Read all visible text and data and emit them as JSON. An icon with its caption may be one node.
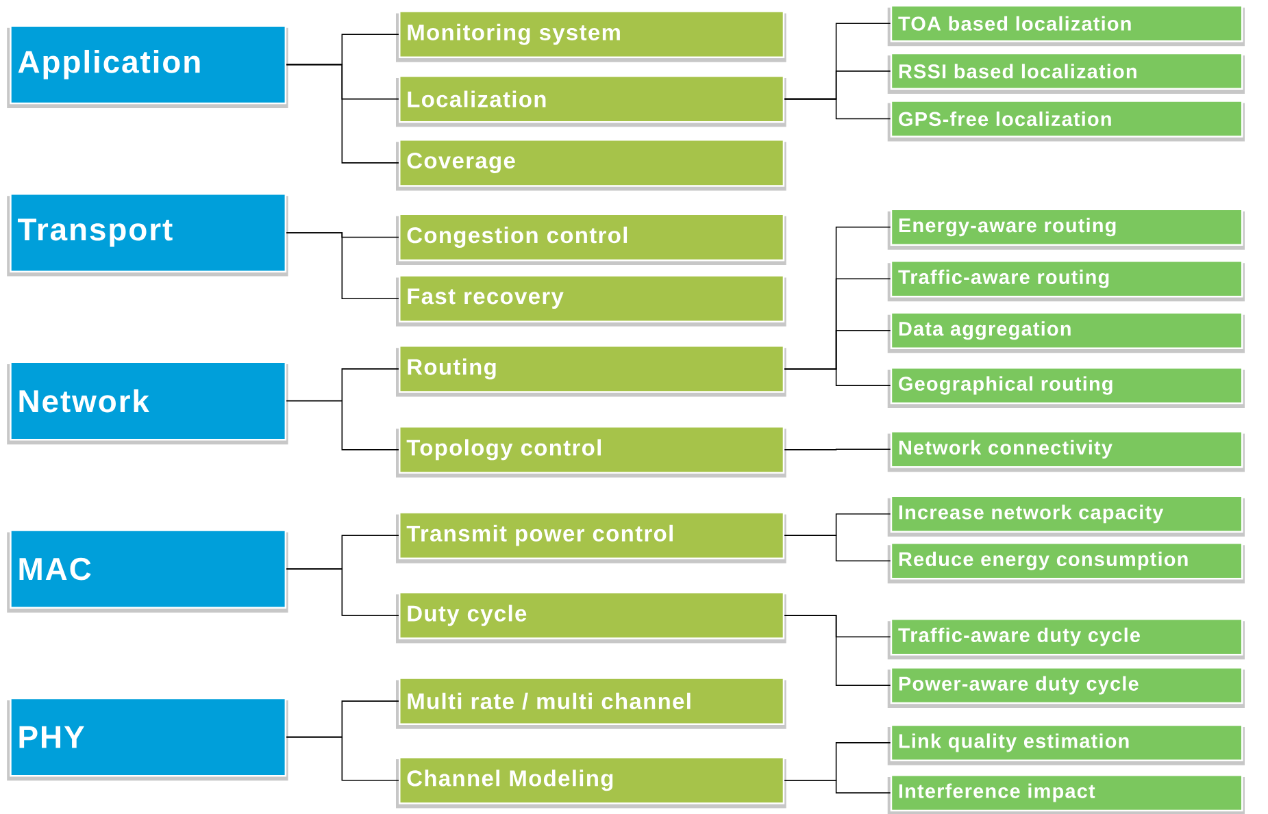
{
  "diagram": {
    "nodes": [
      {
        "text": [
          "Application"
        ]
      },
      {
        "text": [
          "Monitoring system"
        ]
      },
      {
        "text": [
          "Localization"
        ]
      },
      {
        "text": [
          "TOA based localization"
        ]
      },
      {
        "text": [
          "RSSI based localization"
        ]
      },
      {
        "text": [
          "GPS-free localization"
        ]
      },
      {
        "text": [
          "Coverage"
        ]
      },
      {
        "text": [
          "Transport"
        ]
      },
      {
        "text": [
          "Congestion control"
        ]
      },
      {
        "text": [
          "Fast recovery"
        ]
      },
      {
        "text": [
          "Network"
        ]
      },
      {
        "text": [
          "Routing"
        ]
      },
      {
        "text": [
          "Energy-aware routing"
        ]
      },
      {
        "text": [
          "Traffic-aware routing"
        ]
      },
      {
        "text": [
          "Data aggregation"
        ]
      },
      {
        "text": [
          "Geographical routing"
        ]
      },
      {
        "text": [
          "Topology control"
        ]
      },
      {
        "text": [
          "Network connectivity"
        ]
      },
      {
        "text": [
          "MAC"
        ]
      },
      {
        "text": [
          "Transmit power control"
        ]
      },
      {
        "text": [
          "Increase network capacity"
        ]
      },
      {
        "text": [
          "Reduce energy consumption"
        ]
      },
      {
        "text": [
          "Duty cycle"
        ]
      },
      {
        "text": [
          "Traffic-aware duty cycle"
        ]
      },
      {
        "text": [
          "Power-aware duty cycle"
        ]
      },
      {
        "text": [
          "PHY"
        ]
      },
      {
        "text": [
          "Multi rate / multi channel"
        ]
      },
      {
        "text": [
          "Channel Modeling"
        ]
      },
      {
        "text": [
          "Link quality estimation"
        ]
      },
      {
        "text": [
          "Interference impact"
        ]
      }
    ],
    "edges": [
      {
        "from": 0,
        "to": 1,
        "arrow": "none"
      },
      {
        "from": 0,
        "to": 2,
        "arrow": "none"
      },
      {
        "from": 0,
        "to": 6,
        "arrow": "none"
      },
      {
        "from": 2,
        "to": 3,
        "arrow": "none"
      },
      {
        "from": 2,
        "to": 4,
        "arrow": "none"
      },
      {
        "from": 2,
        "to": 5,
        "arrow": "none"
      },
      {
        "from": 7,
        "to": 8,
        "arrow": "none"
      },
      {
        "from": 7,
        "to": 9,
        "arrow": "none"
      },
      {
        "from": 10,
        "to": 11,
        "arrow": "none"
      },
      {
        "from": 10,
        "to": 16,
        "arrow": "none"
      },
      {
        "from": 11,
        "to": 12,
        "arrow": "none"
      },
      {
        "from": 11,
        "to": 13,
        "arrow": "none"
      },
      {
        "from": 11,
        "to": 14,
        "arrow": "none"
      },
      {
        "from": 11,
        "to": 15,
        "arrow": "none"
      },
      {
        "from": 16,
        "to": 17,
        "arrow": "none"
      },
      {
        "from": 18,
        "to": 19,
        "arrow": "none"
      },
      {
        "from": 18,
        "to": 22,
        "arrow": "none"
      },
      {
        "from": 19,
        "to": 20,
        "arrow": "none"
      },
      {
        "from": 19,
        "to": 21,
        "arrow": "none"
      },
      {
        "from": 22,
        "to": 23,
        "arrow": "none"
      },
      {
        "from": 22,
        "to": 24,
        "arrow": "none"
      },
      {
        "from": 25,
        "to": 26,
        "arrow": "none"
      },
      {
        "from": 25,
        "to": 27,
        "arrow": "none"
      },
      {
        "from": 27,
        "to": 28,
        "arrow": "none"
      },
      {
        "from": 27,
        "to": 29,
        "arrow": "none"
      }
    ]
  }
}
